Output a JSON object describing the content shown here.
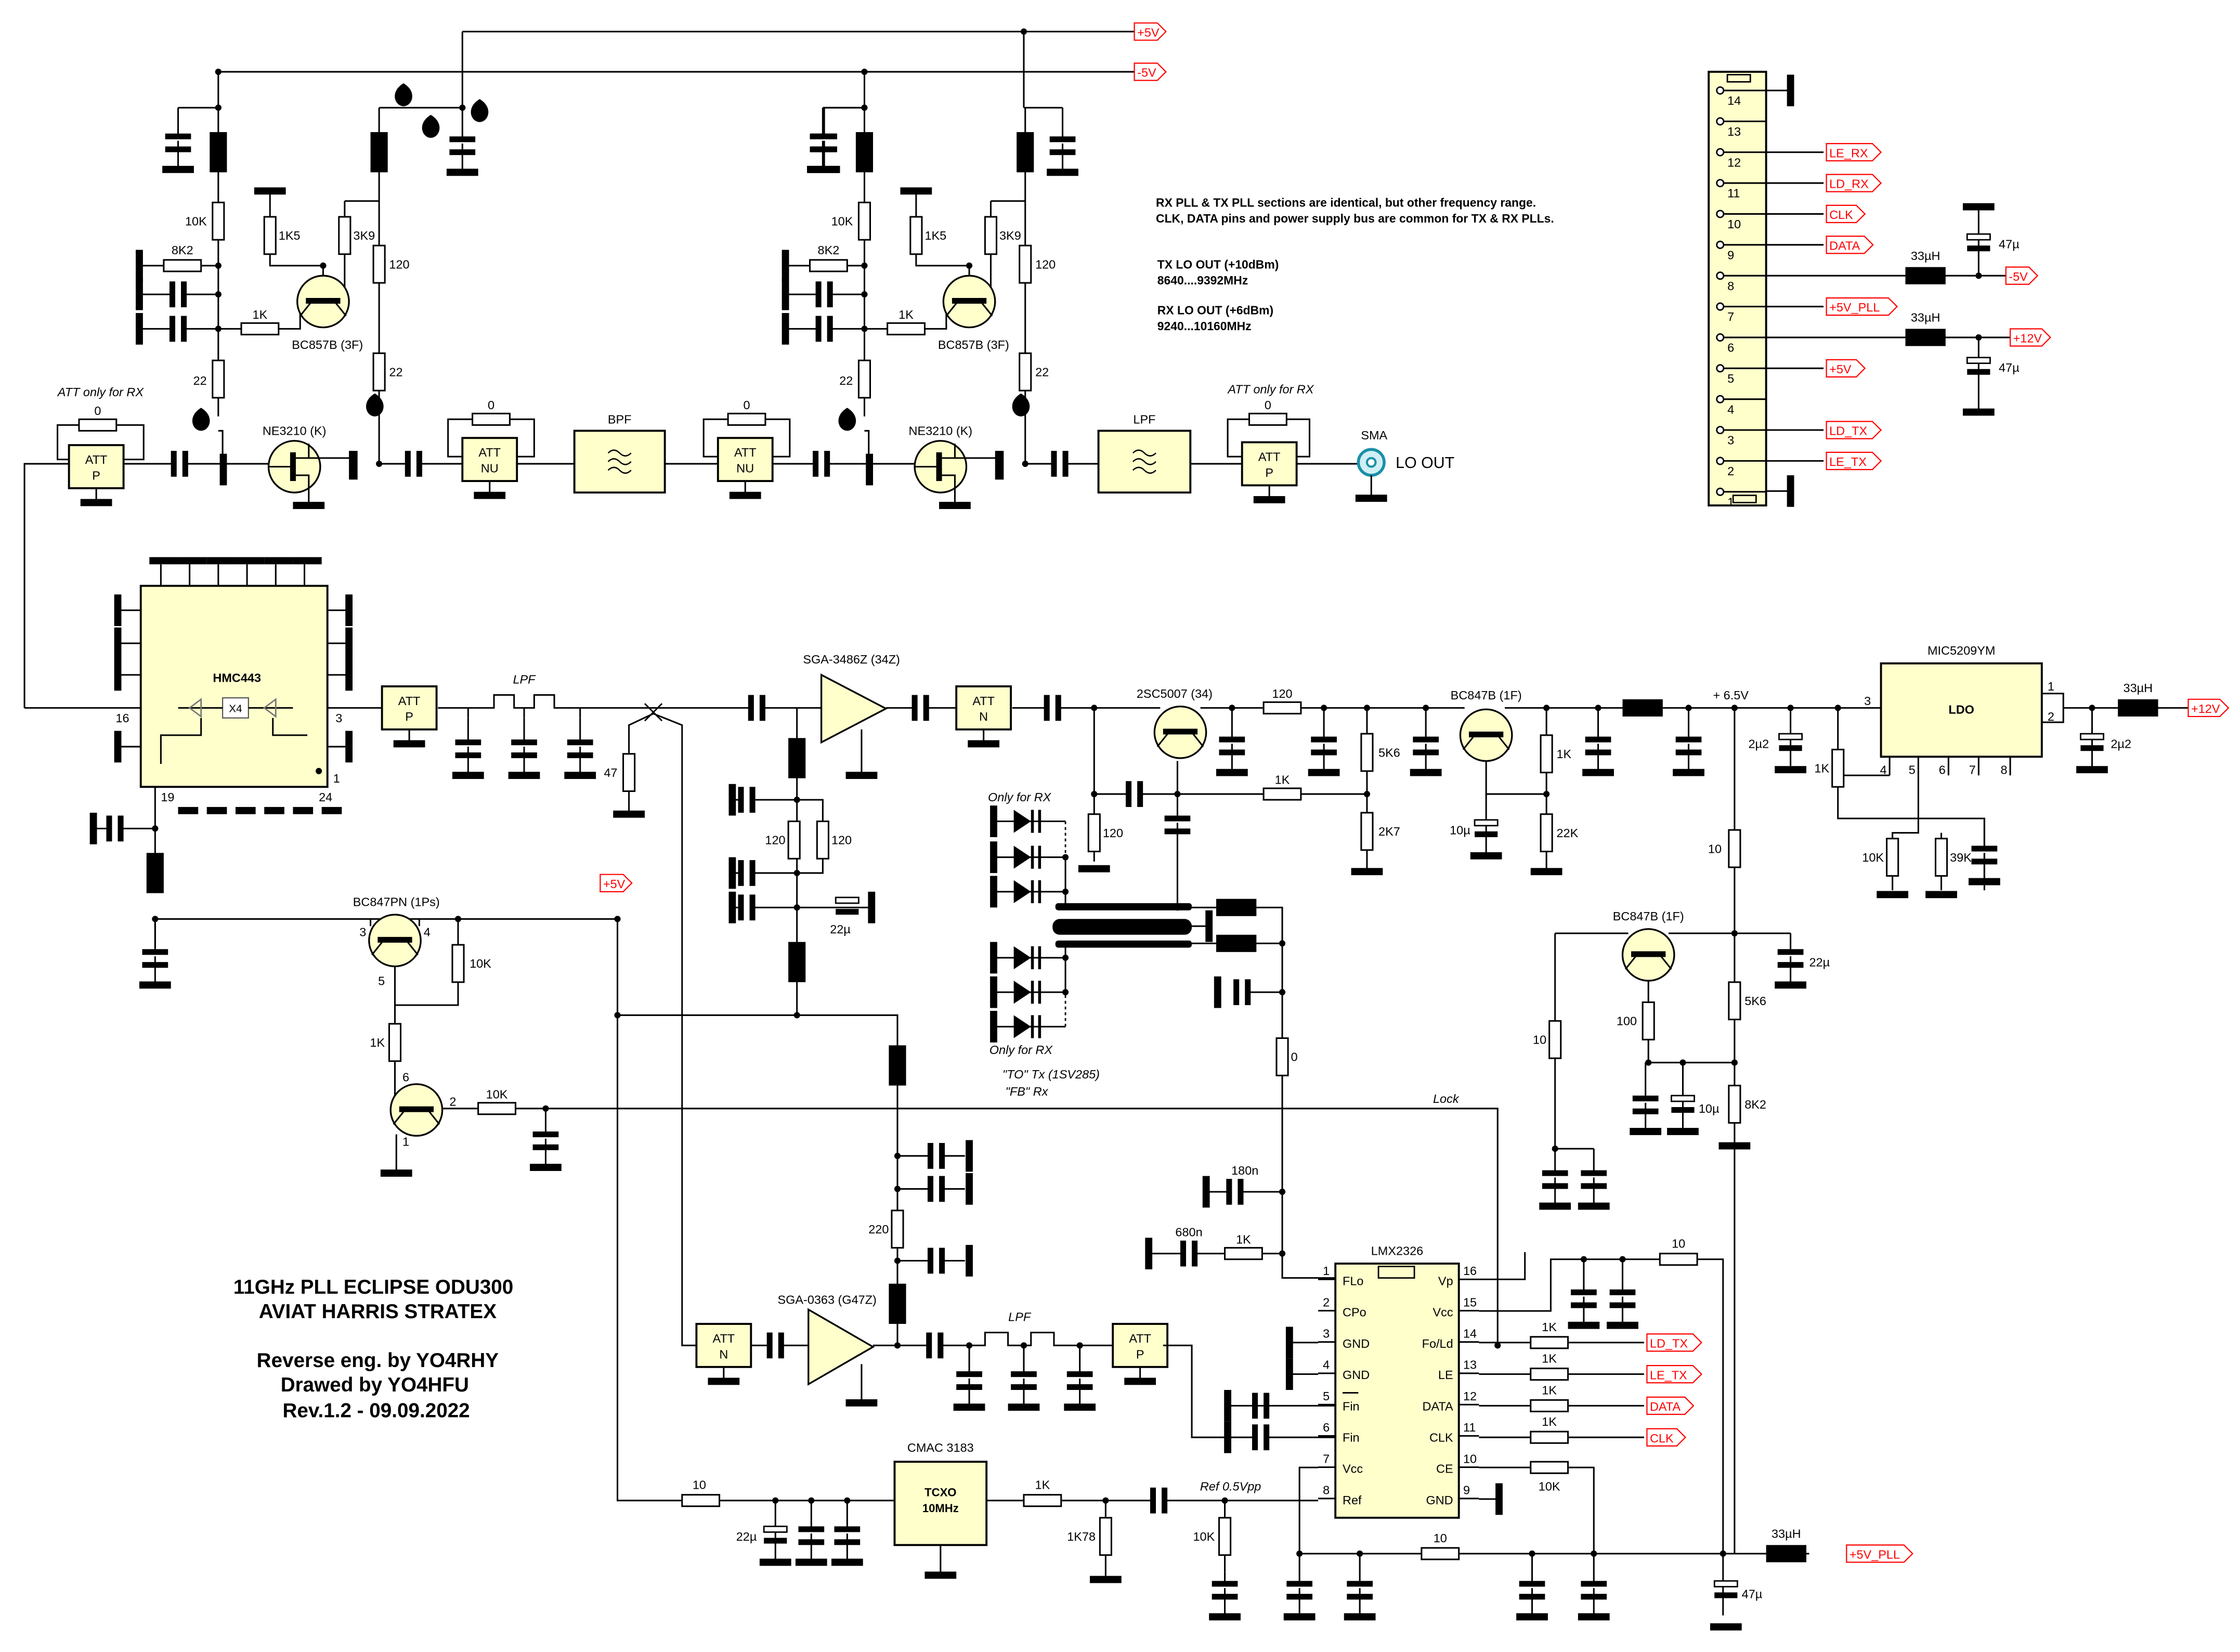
{
  "title_block": {
    "line1": "11GHz PLL ECLIPSE ODU300",
    "line2": "AVIAT HARRIS STRATEX",
    "line3": "Reverse eng. by YO4RHY",
    "line4": "Drawed by YO4HFU",
    "line5": "Rev.1.2 - 09.09.2022"
  },
  "notes": {
    "line1": "RX PLL & TX PLL sections are identical, but other frequency range.",
    "line2": "CLK, DATA pins and power supply bus are common for TX & RX PLLs.",
    "tx_lo": "TX LO OUT (+10dBm)",
    "tx_range": "8640....9392MHz",
    "rx_lo": "RX LO OUT (+6dBm)",
    "rx_range": "9240...10160MHz"
  },
  "rails": {
    "p5v": "+5V",
    "m5v": "-5V"
  },
  "stages": [
    {
      "r_top": "10K",
      "r_bias": "8K2",
      "r_base": "1K",
      "r_1k5": "1K5",
      "r_3k9": "3K9",
      "r_col": "120",
      "r_22a": "22",
      "r_22b": "22",
      "transistor": "BC857B (3F)",
      "fet": "NE3210 (K)"
    },
    {
      "r_top": "10K",
      "r_bias": "8K2",
      "r_base": "1K",
      "r_1k5": "1K5",
      "r_3k9": "3K9",
      "r_col": "120",
      "r_22a": "22",
      "r_22b": "22",
      "transistor": "BC857B (3F)",
      "fet": "NE3210 (K)"
    }
  ],
  "rf_out": {
    "att_only_rx": "ATT only for RX",
    "att_only_rx2": "ATT only for RX",
    "r0a": "0",
    "r0b": "0",
    "r0c": "0",
    "r0d": "0",
    "att_in": {
      "l1": "ATT",
      "l2": "P"
    },
    "att_nu1": {
      "l1": "ATT",
      "l2": "NU"
    },
    "att_nu2": {
      "l1": "ATT",
      "l2": "NU"
    },
    "att_out": {
      "l1": "ATT",
      "l2": "P"
    },
    "bpf": "BPF",
    "lpf": "LPF",
    "sma": "SMA",
    "lo_out": "LO OUT"
  },
  "connector": {
    "pins": [
      "14",
      "13",
      "12",
      "11",
      "10",
      "9",
      "8",
      "7",
      "6",
      "5",
      "4",
      "3",
      "2",
      "1"
    ],
    "signals": {
      "le_rx": "LE_RX",
      "ld_rx": "LD_RX",
      "clk": "CLK",
      "data": "DATA",
      "m5v": "-5V",
      "p5v_pll": "+5V_PLL",
      "p12v": "+12V",
      "p5v": "+5V",
      "ld_tx": "LD_TX",
      "le_tx": "LE_TX"
    },
    "l1": "33µH",
    "l2": "33µH",
    "c1": "47µ",
    "c2": "47µ"
  },
  "hmc": {
    "name": "HMC443",
    "mult": "X4",
    "pin16": "16",
    "pin3": "3",
    "pin19": "19",
    "pin24": "24",
    "pin1": "1"
  },
  "chain": {
    "att1": {
      "l1": "ATT",
      "l2": "P"
    },
    "lpf": "LPF",
    "r47": "47",
    "amp1": "SGA-3486Z (34Z)",
    "att2": {
      "l1": "ATT",
      "l2": "N"
    },
    "q1": "2SC5007 (34)",
    "r120a": "120",
    "r1k_fb": "1K",
    "r120_e": "120",
    "r5k6": "5K6",
    "r2k7": "2K7",
    "q2": "BC847B (1F)",
    "r1k": "1K",
    "r22k": "22K",
    "c10u": "10µ",
    "v65": "+ 6.5V",
    "c2u2a": "2µ2",
    "c2u2b": "2µ2",
    "ldo_name": "MIC5209YM",
    "ldo": "LDO",
    "ldo_pins": [
      "3",
      "1",
      "2",
      "4",
      "5",
      "6",
      "7",
      "8"
    ],
    "l33": "33µH",
    "p12v": "+12V",
    "r1k_ldo": "1K",
    "r10k_ldo": "10K",
    "r39k": "39K",
    "r10_b": "10"
  },
  "amp_bias": {
    "r120a": "120",
    "r120b": "120",
    "c22u": "22µ",
    "r220": "220"
  },
  "varactor": {
    "only_rx_top": "Only for RX",
    "only_rx_bot": "Only for RX",
    "to_tx": "\"TO\" Tx (1SV285)",
    "fb_rx": "\"FB\" Rx",
    "r0": "0",
    "c180n": "180n",
    "c680n": "680n",
    "r1k": "1K"
  },
  "lock_circuit": {
    "p5v": "+5V",
    "q": "BC847PN (1Ps)",
    "q_pins": [
      "3",
      "4",
      "5",
      "6",
      "2",
      "1"
    ],
    "r10k_a": "10K",
    "r1k": "1K",
    "r10k_b": "10K",
    "lock": "Lock"
  },
  "filter2": {
    "q3": "BC847B (1F)",
    "c22u": "22µ",
    "r100": "100",
    "r5k6": "5K6",
    "r8k2": "8K2",
    "c10u": "10µ",
    "r10": "10"
  },
  "ref_chain": {
    "r10": "10",
    "c22u": "22µ",
    "tcxo_name": "CMAC 3183",
    "tcxo": "TCXO",
    "tcxo_freq": "10MHz",
    "r1k": "1K",
    "r1k78": "1K78",
    "ref": "Ref 0.5Vpp",
    "r10k": "10K"
  },
  "prescaler": {
    "amp": "SGA-0363 (G47Z)",
    "att_n": {
      "l1": "ATT",
      "l2": "N"
    },
    "att_p": {
      "l1": "ATT",
      "l2": "P"
    },
    "lpf": "LPF"
  },
  "lmx": {
    "name": "LMX2326",
    "left_pins": [
      {
        "num": "1",
        "name": "FLo"
      },
      {
        "num": "2",
        "name": "CPo"
      },
      {
        "num": "3",
        "name": "GND"
      },
      {
        "num": "4",
        "name": "GND"
      },
      {
        "num": "5",
        "name": "Fin"
      },
      {
        "num": "6",
        "name": "Fin"
      },
      {
        "num": "7",
        "name": "Vcc"
      },
      {
        "num": "8",
        "name": "Ref"
      }
    ],
    "right_pins": [
      {
        "num": "16",
        "name": "Vp"
      },
      {
        "num": "15",
        "name": "Vcc"
      },
      {
        "num": "14",
        "name": "Fo/Ld"
      },
      {
        "num": "13",
        "name": "LE"
      },
      {
        "num": "12",
        "name": "DATA"
      },
      {
        "num": "11",
        "name": "CLK"
      },
      {
        "num": "10",
        "name": "CE"
      },
      {
        "num": "9",
        "name": "GND"
      }
    ],
    "r_ld": "1K",
    "r_le": "1K",
    "r_data": "1K",
    "r_clk": "1K",
    "r_ce": "10K",
    "ld_tx": "LD_TX",
    "le_tx": "LE_TX",
    "data": "DATA",
    "clk": "CLK",
    "r10_vp": "10",
    "r10_bus": "10",
    "l33": "33µH",
    "p5v_pll": "+5V_PLL",
    "c47u": "47µ"
  },
  "colors": {
    "ic_fill": "#ffffcc",
    "net_flag": "#ff0000",
    "wire": "#000000"
  }
}
